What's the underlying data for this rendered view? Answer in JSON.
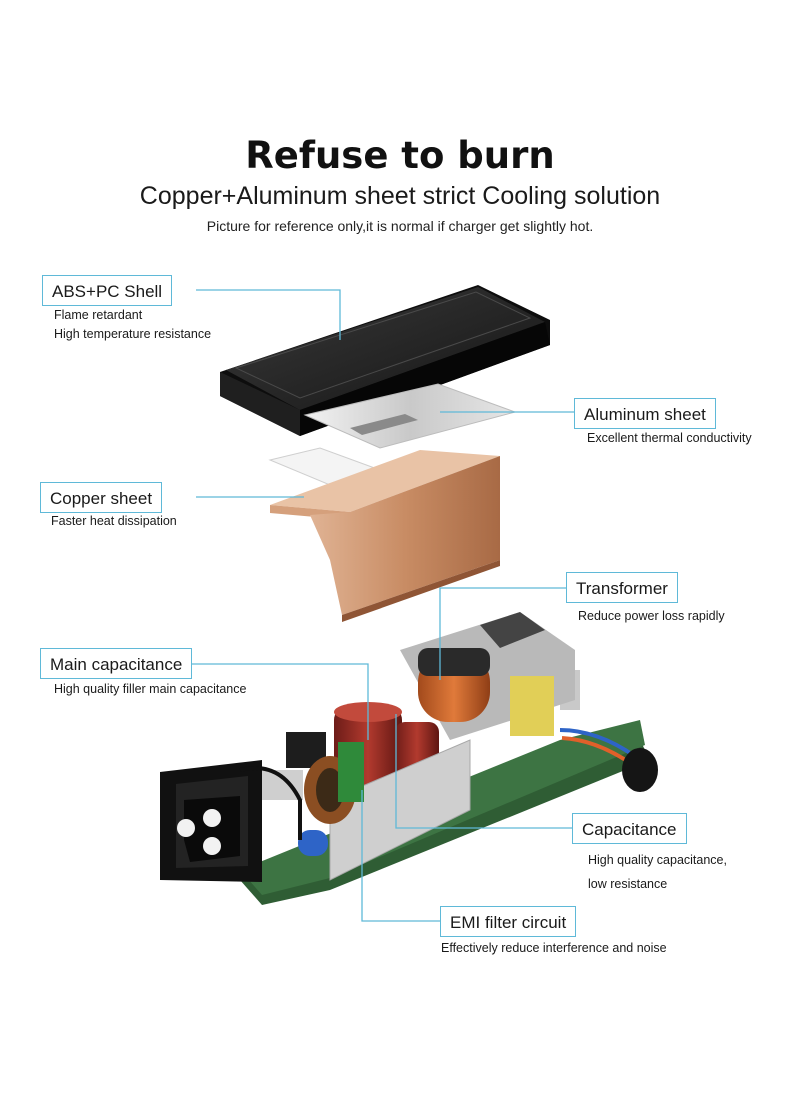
{
  "header": {
    "title": "Refuse to burn",
    "subtitle": "Copper+Aluminum sheet strict Cooling solution",
    "note": "Picture for reference only,it is normal if charger get slightly hot."
  },
  "callouts": {
    "shell": {
      "label": "ABS+PC Shell",
      "desc": [
        "Flame retardant",
        "High temperature resistance"
      ]
    },
    "aluminum": {
      "label": "Aluminum sheet",
      "desc": [
        "Excellent thermal conductivity"
      ]
    },
    "copper": {
      "label": "Copper sheet",
      "desc": [
        "Faster heat dissipation"
      ]
    },
    "transformer": {
      "label": "Transformer",
      "desc": [
        "Reduce power loss rapidly"
      ]
    },
    "main_cap": {
      "label": "Main capacitance",
      "desc": [
        "High quality filler main capacitance"
      ]
    },
    "capacitance": {
      "label": "Capacitance",
      "desc": [
        "High quality capacitance,",
        "low resistance"
      ]
    },
    "emi": {
      "label": "EMI filter circuit",
      "desc": [
        "Effectively reduce interference and noise"
      ]
    }
  },
  "colors": {
    "callout_line": "#5fb9d8",
    "copper": "#c8906a",
    "pcb": "#2f5d34",
    "shell": "#1b1b1b"
  }
}
